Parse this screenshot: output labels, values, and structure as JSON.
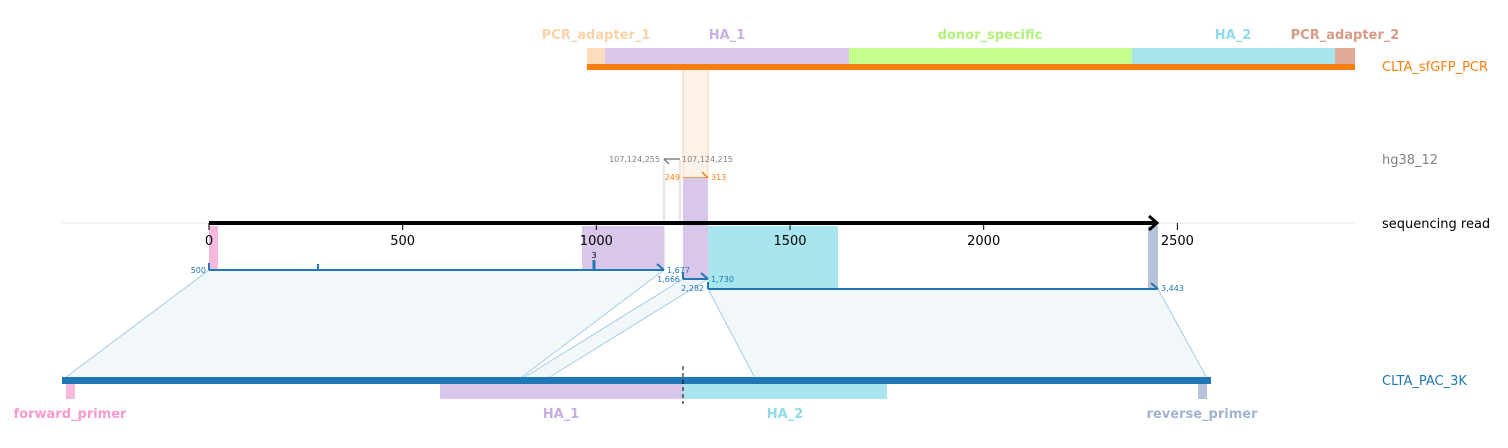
{
  "colors": {
    "pcr_track": "#f77f11",
    "ref_track": "#808080",
    "read_track": "#000000",
    "pac_track": "#1f77b4",
    "pcr_adapter_1": "#fddcbd",
    "ha_1": "#d8c7ea",
    "donor_specific": "#c7ff8f",
    "ha_2": "#a9e5ee",
    "pcr_adapter_2": "#e1ab9a",
    "forward_primer": "#f9b8dd",
    "reverse_primer": "#b7c3da"
  },
  "tracks": {
    "pcr": "CLTA_sfGFP_PCR",
    "ref": "hg38_12",
    "read": "sequencing read",
    "pac": "CLTA_PAC_3K"
  },
  "pcr_features": [
    {
      "name": "PCR_adapter_1",
      "color": "#fddcbd",
      "label_color": "#fcd2a8"
    },
    {
      "name": "HA_1",
      "color": "#d8c7ea",
      "label_color": "#c7aee3"
    },
    {
      "name": "donor_specific",
      "color": "#c7ff8f",
      "label_color": "#b2f27a"
    },
    {
      "name": "HA_2",
      "color": "#a9e5ee",
      "label_color": "#8fdbe8"
    },
    {
      "name": "PCR_adapter_2",
      "color": "#e1ab9a",
      "label_color": "#d99a85"
    }
  ],
  "pac_features": [
    {
      "name": "forward_primer",
      "label_color": "#f79ad0"
    },
    {
      "name": "HA_1",
      "label_color": "#c7aee3"
    },
    {
      "name": "HA_2",
      "label_color": "#8fdbe8"
    },
    {
      "name": "reverse_primer",
      "label_color": "#a3b3cf"
    }
  ],
  "read_axis": {
    "ticks": [
      "0",
      "500",
      "1000",
      "1500",
      "2000",
      "2500"
    ],
    "tick_values": [
      0,
      500,
      1000,
      1500,
      2000,
      2500
    ],
    "length": 2450
  },
  "coords": {
    "ref_left": "107,124,255",
    "ref_right": "107,124,215",
    "pcr_left": "249",
    "pcr_right": "313",
    "seg1_start": "500",
    "seg1_end": "1,677",
    "insertion": "3",
    "seg2_start": "1,666",
    "seg2_end": "1,730",
    "seg3_start": "2,282",
    "seg3_end": "3,443"
  }
}
